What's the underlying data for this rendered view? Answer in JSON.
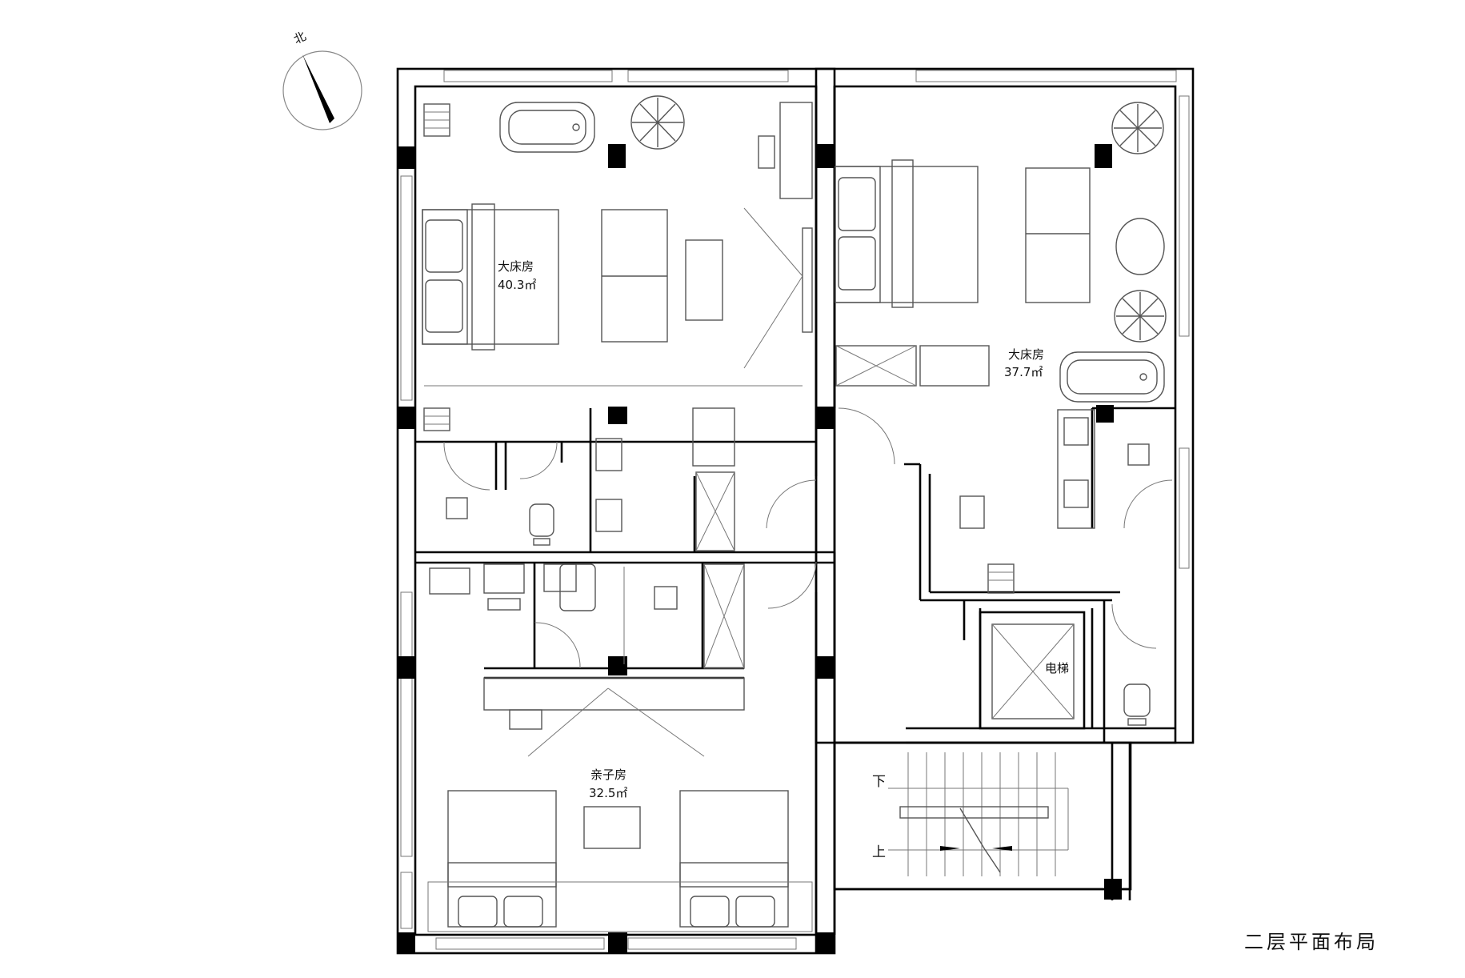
{
  "plan": {
    "title": "二层平面布局",
    "north_label": "北",
    "rooms": {
      "master_west": {
        "name": "大床房",
        "area": "40.3㎡"
      },
      "master_east": {
        "name": "大床房",
        "area": "37.7㎡"
      },
      "kids": {
        "name": "亲子房",
        "area": "32.5㎡"
      },
      "elevator": {
        "name": "电梯"
      }
    },
    "stairs": {
      "down_label": "下",
      "up_label": "上"
    }
  },
  "colors": {
    "wall": "#000000",
    "fixture": "#555555",
    "background": "#ffffff"
  }
}
